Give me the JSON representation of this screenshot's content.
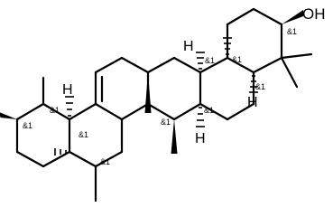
{
  "molecule": {
    "hydroxyl_label": "OH",
    "hydrogen_label": "H",
    "stereo_tag": "&1"
  }
}
